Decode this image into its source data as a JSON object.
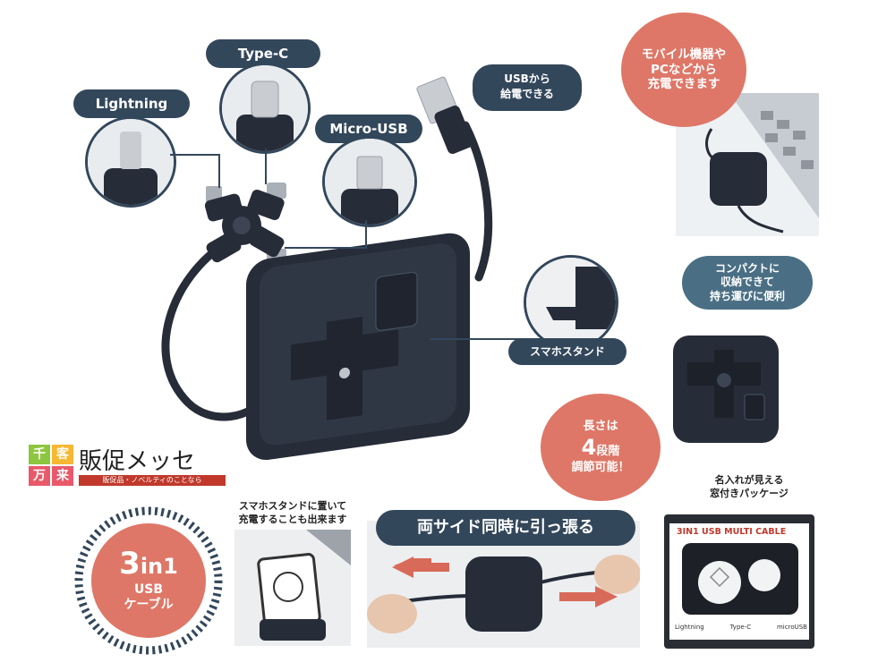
{
  "labels": {
    "lightning": "Lightning",
    "typec": "Type-C",
    "microusb": "Micro-USB",
    "usb_supply_l1": "USBから",
    "usb_supply_l2": "給電できる",
    "stand": "スマホスタンド",
    "pull": "両サイド同時に引っ張る"
  },
  "bubbles": {
    "mobile": [
      "モバイル機器や",
      "PCなどから",
      "充電できます"
    ],
    "compact": [
      "コンパクトに",
      "収納できて",
      "持ち運びに便利"
    ],
    "length_l1": "長さは",
    "length_num": "4",
    "length_l2a": "段階",
    "length_l3": "調節可能！"
  },
  "badge": {
    "big": "3",
    "in1": "in1",
    "usb": "USB",
    "cable": "ケーブル"
  },
  "captions": {
    "stand_charge_l1": "スマホスタンドに置いて",
    "stand_charge_l2": "充電することも出来ます",
    "package_l1": "名入れが見える",
    "package_l2": "窓付きパッケージ"
  },
  "package": {
    "title": "3IN1 USB MULTI CABLE",
    "feat1": "Lightning",
    "feat2": "Type-C",
    "feat3": "microUSB"
  },
  "logo": {
    "k1": "千",
    "k2": "客",
    "k3": "万",
    "k4": "来",
    "name": "販促メッセ",
    "tagline": "販促品・ノベルティのことなら"
  },
  "colors": {
    "navy": "#33475b",
    "salmon": "#de7767",
    "teal": "#4a6f84",
    "device": "#262c38"
  }
}
